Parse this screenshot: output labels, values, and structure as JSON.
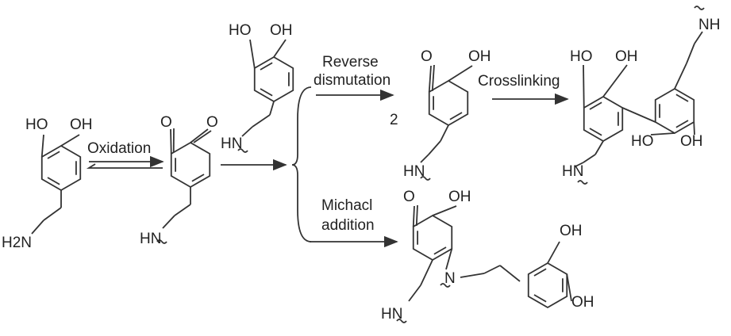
{
  "dopamine": {
    "ho": "HO",
    "oh": "OH",
    "amine": "H2N"
  },
  "oxidation_label": "Oxidation",
  "quinone": {
    "o1": "O",
    "o2": "O",
    "hn": "HN"
  },
  "polydopamine_unit": {
    "ho": "HO",
    "oh": "OH",
    "hn": "HN"
  },
  "reverse_dismutation": {
    "line1": "Reverse",
    "line2": "dismutation",
    "coefficient": "2"
  },
  "semiquinone": {
    "o": "O",
    "oh": "OH",
    "hn": "HN"
  },
  "crosslinking_label": "Crosslinking",
  "dimer": {
    "ho1": "HO",
    "oh1": "OH",
    "nh": "NH",
    "ho2": "HO",
    "oh2": "OH",
    "hn": "HN"
  },
  "michael_addition": {
    "line1": "Michacl",
    "line2": "addition"
  },
  "adduct": {
    "o": "O",
    "oh": "OH",
    "n": "N",
    "hn": "HN",
    "oh2": "OH",
    "oh3": "OH"
  }
}
